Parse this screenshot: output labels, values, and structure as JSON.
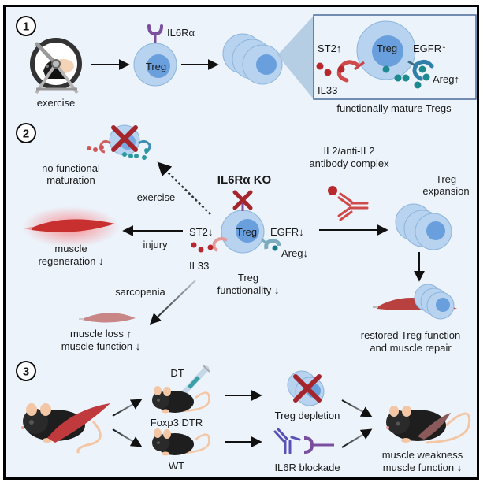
{
  "panels": [
    {
      "number": "1"
    },
    {
      "number": "2"
    },
    {
      "number": "3"
    }
  ],
  "panel1": {
    "exercise_label": "exercise",
    "receptor_label": "IL6Rα",
    "treg_label": "Treg",
    "inset": {
      "treg_label": "Treg",
      "st2_label": "ST2↑",
      "egfr_label": "EGFR↑",
      "il33_label": "IL33",
      "areg_label": "Areg↑",
      "caption": "functionally mature Tregs"
    }
  },
  "panel2": {
    "ko_label": "IL6Rα KO",
    "treg_label": "Treg",
    "st2_label": "ST2↓",
    "egfr_label": "EGFR↓",
    "il33_label": "IL33",
    "areg_label": "Areg↓",
    "functionality_line1": "Treg",
    "functionality_line2": "functionality ↓",
    "no_maturation_line1": "no functional",
    "no_maturation_line2": "maturation",
    "exercise_label": "exercise",
    "injury_label": "injury",
    "regeneration_line1": "muscle",
    "regeneration_line2": "regeneration ↓",
    "sarcopenia_label": "sarcopenia",
    "loss_line1": "muscle loss ↑",
    "loss_line2": "muscle function ↓",
    "complex_line1": "IL2/anti-IL2",
    "complex_line2": "antibody complex",
    "expansion_line1": "Treg",
    "expansion_line2": "expansion",
    "restored_line1": "restored Treg function",
    "restored_line2": "and muscle repair"
  },
  "panel3": {
    "dt_label": "DT",
    "foxp3_label": "Foxp3 DTR",
    "wt_label": "WT",
    "depletion_label": "Treg depletion",
    "blockade_label": "IL6R blockade",
    "outcome_line1": "muscle weakness",
    "outcome_line2": "muscle function ↓"
  },
  "colors": {
    "background": "#ecf3fb",
    "treg_outer": "#b7d3ef",
    "treg_nucleus": "#6a9fdd",
    "il6r_purple": "#7b4fa0",
    "il33_red": "#b8282c",
    "st2_red": "#cf4a4a",
    "teal": "#1d8a8f",
    "egfr_blue": "#2f7fa8",
    "cross_red": "#a4262c",
    "muscle_red": "#c0393c",
    "mouse_black": "#1e1e1e",
    "mouse_pink": "#f3c7a5"
  }
}
